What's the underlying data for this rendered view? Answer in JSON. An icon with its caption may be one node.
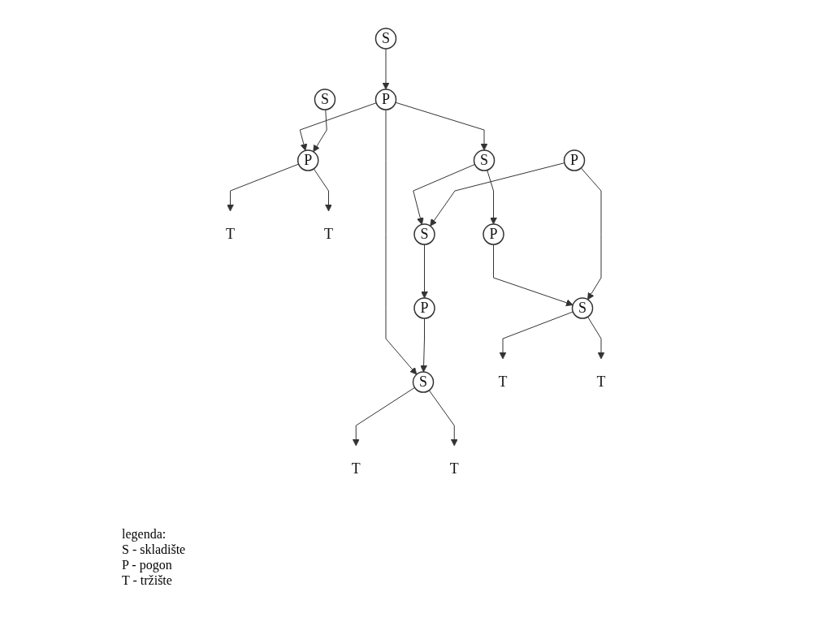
{
  "diagram": {
    "nodes": [
      {
        "text": [
          "T"
        ]
      },
      {
        "text": [
          "T"
        ]
      },
      {
        "text": [
          "P"
        ]
      },
      {
        "text": [
          "S"
        ]
      },
      {
        "text": [
          "S"
        ]
      },
      {
        "text": [
          "P"
        ]
      },
      {
        "text": [
          "S"
        ]
      },
      {
        "text": [
          "S"
        ]
      },
      {
        "text": [
          "P"
        ]
      },
      {
        "text": [
          "T"
        ]
      },
      {
        "text": [
          "S"
        ]
      },
      {
        "text": [
          "P"
        ]
      },
      {
        "text": [
          "T"
        ]
      },
      {
        "text": [
          "P"
        ]
      },
      {
        "text": [
          "T"
        ]
      },
      {
        "text": [
          "S"
        ]
      },
      {
        "text": [
          "T"
        ]
      }
    ],
    "edges": [
      {
        "from": 2,
        "to": 0,
        "arrow": "to"
      },
      {
        "from": 2,
        "to": 1,
        "arrow": "to"
      },
      {
        "from": 5,
        "to": 2,
        "arrow": "to"
      },
      {
        "from": 6,
        "to": 2,
        "arrow": "to"
      },
      {
        "from": 3,
        "to": 5,
        "arrow": "to"
      },
      {
        "from": 5,
        "to": 4,
        "arrow": "to"
      },
      {
        "from": 5,
        "to": 10,
        "arrow": "to"
      },
      {
        "from": 4,
        "to": 7,
        "arrow": "to"
      },
      {
        "from": 4,
        "to": 8,
        "arrow": "to"
      },
      {
        "from": 7,
        "to": 11,
        "arrow": "to"
      },
      {
        "from": 11,
        "to": 10,
        "arrow": "to"
      },
      {
        "from": 13,
        "to": 7,
        "arrow": "to"
      },
      {
        "from": 8,
        "to": 15,
        "arrow": "to"
      },
      {
        "from": 13,
        "to": 15,
        "arrow": "to"
      },
      {
        "from": 10,
        "to": 9,
        "arrow": "to"
      },
      {
        "from": 10,
        "to": 14,
        "arrow": "to"
      },
      {
        "from": 15,
        "to": 12,
        "arrow": "to"
      },
      {
        "from": 15,
        "to": 16,
        "arrow": "to"
      }
    ],
    "labels": [
      "legenda:",
      "S - skladište",
      "P - pogon",
      "T - tržište"
    ]
  }
}
